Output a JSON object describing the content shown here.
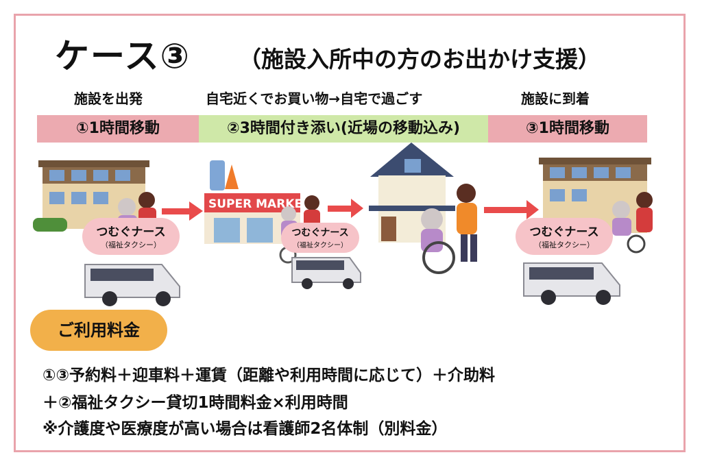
{
  "header": {
    "title": "ケース③",
    "subtitle": "（施設入所中の方のお出かけ支援）"
  },
  "steps": [
    {
      "label": "施設を出発"
    },
    {
      "label": "自宅近くでお買い物→自宅で過ごす"
    },
    {
      "label": "施設に到着"
    }
  ],
  "bands": [
    {
      "label": "①1時間移動",
      "color": "#ecaab0"
    },
    {
      "label": "②3時間付き添い(近場の移動込み)",
      "color": "#cfe8a8"
    },
    {
      "label": "③1時間移動",
      "color": "#ecaab0"
    }
  ],
  "illustrations": {
    "store_sign": "SUPER MARKET",
    "service_name": "つむぐナース",
    "service_sub": "（福祉タクシー）"
  },
  "fees": {
    "heading": "ご利用料金",
    "line1": "①③予約料＋迎車料＋運賃（距離や利用時間に応じて）＋介助料",
    "line2": "＋②福祉タクシー貸切1時間料金×利用時間",
    "line3": "※介護度や医療度が高い場合は看護師2名体制（別料金）"
  },
  "colors": {
    "border": "#e9a3ab",
    "pink_band": "#ecaab0",
    "green_band": "#cfe8a8",
    "bubble": "#f6c3c8",
    "pill": "#f2b04a",
    "arrow": "#e94b4b"
  },
  "icons": [
    "facility-building-icon",
    "supermarket-icon",
    "house-icon",
    "welfare-van-icon",
    "arrow-right-icon",
    "caregiver-wheelchair-icon"
  ]
}
